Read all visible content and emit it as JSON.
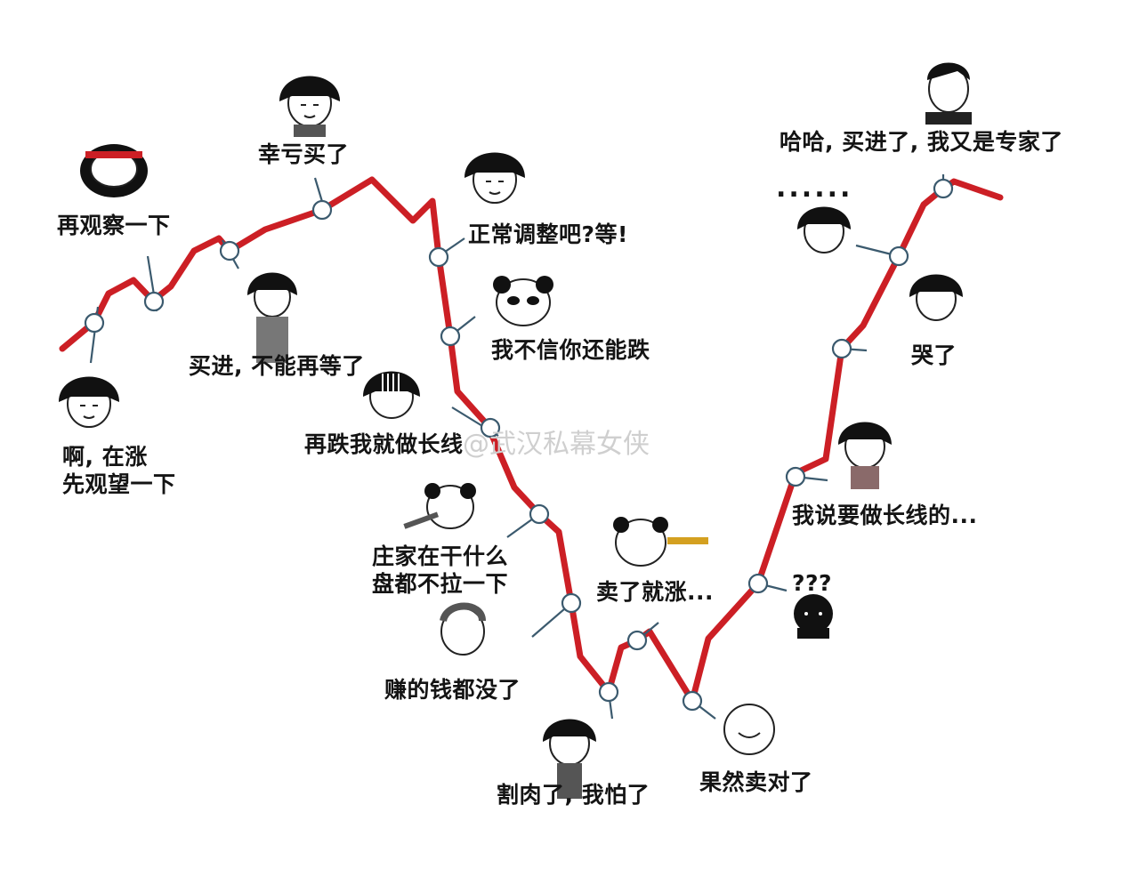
{
  "colors": {
    "line": "#cc1f25",
    "marker": "#3b5a6e",
    "ink": "#141414"
  },
  "watermark": "@武汉私幕女侠",
  "captions": {
    "c1_line1": "啊, 在涨",
    "c1_line2": "先观望一下",
    "c2": "再观察一下",
    "c3": "买进, 不能再等了",
    "c4": "幸亏买了",
    "c5": "正常调整吧?等!",
    "c6": "我不信你还能跌",
    "c7": "再跌我就做长线",
    "c8_line1": "庄家在干什么",
    "c8_line2": "盘都不拉一下",
    "c9": "赚的钱都没了",
    "c10": "割肉了, 我怕了",
    "c11": "卖了就涨...",
    "c12": "果然卖对了",
    "c13": "???",
    "c14": "我说要做长线的...",
    "c15": "哭了",
    "c16": "......",
    "c17": "哈哈, 买进了, 我又是专家了"
  },
  "icons": [
    "bowlcut-face-icon",
    "panda-face-icon",
    "bald-face-icon",
    "black-blob-icon",
    "suited-man-icon"
  ]
}
